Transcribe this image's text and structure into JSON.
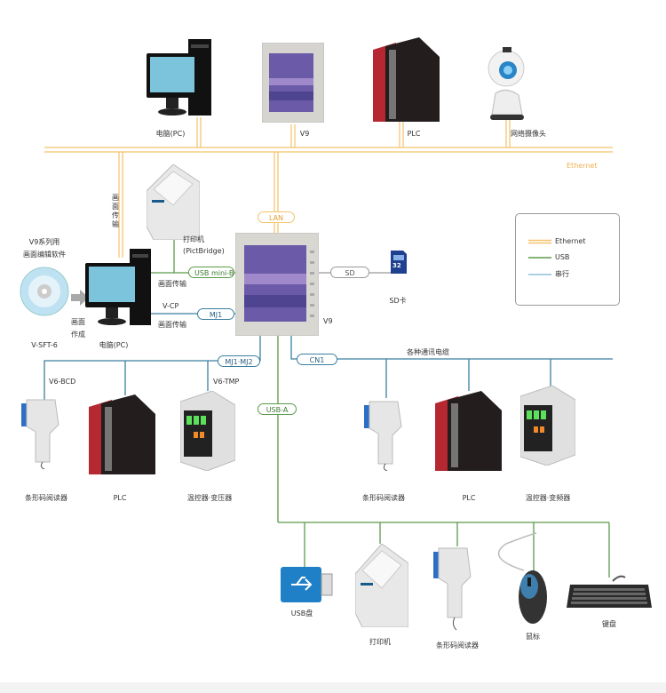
{
  "colors": {
    "ethernet": "#f5c26b",
    "usb": "#5a9a4a",
    "serial": "#3a7f9f",
    "sd_line": "#999999"
  },
  "top_network": {
    "bus_label": "Ethernet",
    "devices": [
      {
        "name": "电脑(PC)",
        "icon": "desktop-pc-icon"
      },
      {
        "name": "V9",
        "icon": "hmi-touchscreen-icon"
      },
      {
        "name": "PLC",
        "icon": "plc-icon"
      },
      {
        "name": "网络摄像头",
        "icon": "webcam-icon"
      }
    ]
  },
  "center": {
    "hmi_label": "V9",
    "lan_label": "LAN",
    "sd_label": "SD",
    "sd_card_label": "SD卡",
    "sd_card_capacity": "32",
    "usb_mini_b_label": "USB mini-B",
    "mj1_label": "MJ1",
    "mj1_mj2_label": "MJ1·MJ2",
    "cn1_label": "CN1",
    "usb_a_label": "USB-A"
  },
  "left_side": {
    "software_title_line1": "V9系列用",
    "software_title_line2": "画面编辑软件",
    "software_name": "V-SFT-6",
    "arrow_caption_line1": "画面",
    "arrow_caption_line2": "作成",
    "pc_label": "电脑(PC)",
    "vertical_transfer_text": "画面传输",
    "printer_label_line1": "打印机",
    "printer_label_line2": "(PictBridge)",
    "usb_transfer_text": "画面传输",
    "vcp_label": "V-CP",
    "mj1_transfer_text": "画面传输"
  },
  "mj_branch": {
    "devices": [
      {
        "name": "条形码阅读器",
        "tag": "V6-BCD",
        "icon": "barcode-reader-icon"
      },
      {
        "name": "PLC",
        "tag": "",
        "icon": "plc-icon"
      },
      {
        "name": "温控器·变压器",
        "tag": "V6-TMP",
        "icon": "temperature-controller-icon"
      }
    ]
  },
  "cn1_branch": {
    "caption": "各种通讯电缆",
    "devices": [
      {
        "name": "条形码阅读器",
        "icon": "barcode-reader-icon"
      },
      {
        "name": "PLC",
        "icon": "plc-icon"
      },
      {
        "name": "温控器·变频器",
        "icon": "temperature-controller-icon"
      }
    ]
  },
  "usb_branch": {
    "devices": [
      {
        "name": "USB盘",
        "icon": "usb-drive-icon"
      },
      {
        "name": "打印机",
        "icon": "printer-icon"
      },
      {
        "name": "条形码阅读器",
        "icon": "barcode-reader-icon"
      },
      {
        "name": "鼠标",
        "icon": "mouse-icon"
      },
      {
        "name": "键盘",
        "icon": "keyboard-icon"
      }
    ]
  },
  "legend": {
    "items": [
      {
        "label": "Ethernet",
        "type": "ethernet"
      },
      {
        "label": "USB",
        "type": "usb"
      },
      {
        "label": "串行",
        "type": "serial"
      }
    ]
  }
}
